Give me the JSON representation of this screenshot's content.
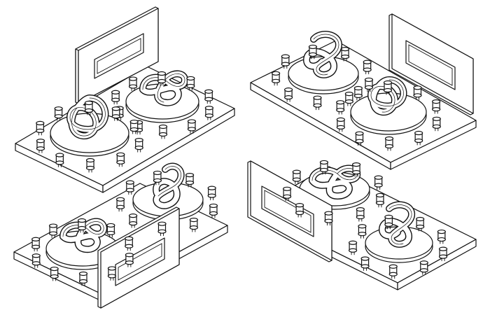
{
  "figure": {
    "panels": [
      {
        "id": "top-left",
        "wall": "back-left",
        "knots": [
          "trefoil-knot",
          "figure-eight-knot"
        ]
      },
      {
        "id": "top-right",
        "wall": "back-right",
        "knots": [
          "figure-eight-knot",
          "trefoil-knot"
        ]
      },
      {
        "id": "bottom-left",
        "wall": "front-right",
        "knots": [
          "figure-eight-knot",
          "trefoil-knot"
        ]
      },
      {
        "id": "bottom-right",
        "wall": "front-left",
        "knots": [
          "figure-eight-knot",
          "trefoil-knot"
        ]
      }
    ],
    "colors": {
      "line": "#111111",
      "fill": "#ffffff",
      "background": "#ffffff"
    },
    "style": "black-and-white isometric line drawing"
  }
}
